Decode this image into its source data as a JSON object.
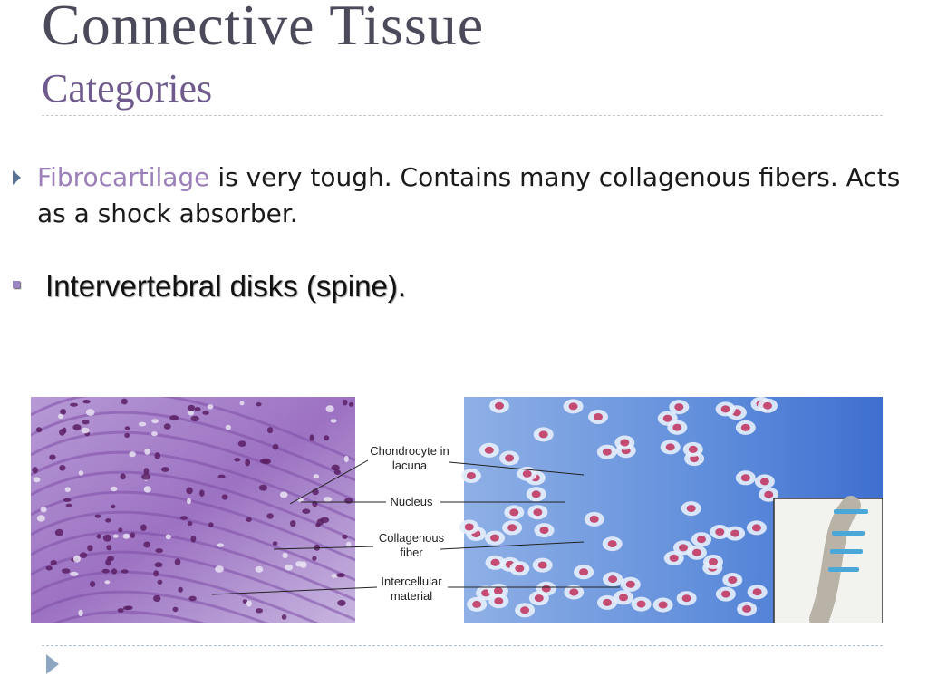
{
  "slide": {
    "title": "Connective Tissue",
    "subtitle": "Categories",
    "bullet1": {
      "highlight": "Fibrocartilage",
      "text": " is very tough. Contains many collagenous fibers. Acts as a shock absorber."
    },
    "bullet2": "Intervertebral disks (spine).",
    "figure": {
      "labels": {
        "chondrocyte": [
          "Chondrocyte in",
          "lacuna"
        ],
        "nucleus": "Nucleus",
        "collagenous": [
          "Collagenous",
          "fiber"
        ],
        "intercellular": [
          "Intercellular",
          "material"
        ]
      }
    }
  },
  "colors": {
    "title": "#4a4a5a",
    "subtitle": "#6e5a8c",
    "highlight": "#9b7fb8",
    "bullet_triangle": "#5a7391",
    "square_bullet": "#9a86c2",
    "left_stain": "#8e5fb4",
    "right_stain": "#4f7fd3"
  },
  "icons": {
    "bullet1": "triangle-bullet-icon",
    "bullet2": "square-bullet-icon",
    "next": "next-slide-arrow-icon"
  }
}
